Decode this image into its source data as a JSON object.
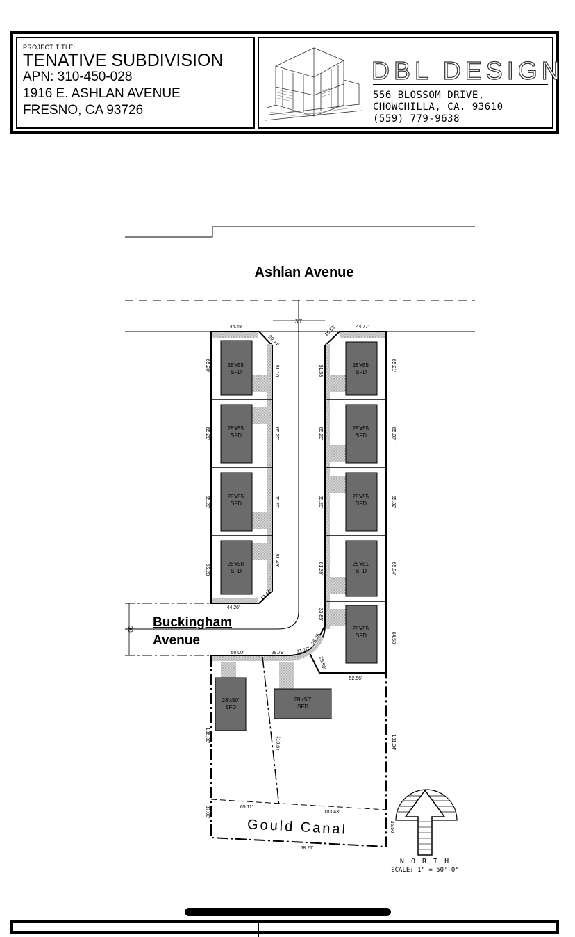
{
  "title_block": {
    "project_label": "PROJECT TITLE:",
    "project_title": "TENATIVE SUBDIVISION",
    "apn": "APN: 310-450-028",
    "address_line1": "1916 E. ASHLAN AVENUE",
    "address_line2": "FRESNO, CA 93726",
    "firm_name": "DBL DESIGN",
    "firm_address1": "556 BLOSSOM DRIVE,",
    "firm_address2": "CHOWCHILLA, CA. 93610",
    "firm_phone": "(559) 779-9638"
  },
  "streets": {
    "ashlan": "Ashlan Avenue",
    "buckingham_line1": "Buckingham",
    "buckingham_line2": "Avenue",
    "canal": "Gould Canal"
  },
  "dimensions": {
    "road_width": "30'",
    "buckingham_width": "30'",
    "top_left_width": "44.48'",
    "top_right_width": "44.77'",
    "top_left_corner": "20.44'",
    "top_right_corner": "15.53'",
    "left_lot1_outer": "65.20'",
    "left_lot1_inner": "51.10'",
    "left_lot2_outer": "65.20'",
    "left_lot2_inner": "65.20'",
    "left_lot3_outer": "65.20'",
    "left_lot3_inner": "65.20'",
    "left_lot4_outer": "65.20'",
    "left_lot4_inner": "51.49'",
    "left_bottom_width": "44.26'",
    "left_bottom_corner": "13.44'",
    "right_lot1_inner": "51.53'",
    "right_lot1_outer": "65.21'",
    "right_lot2_inner": "65.20'",
    "right_lot2_outer": "65.07'",
    "right_lot3_inner": "65.20'",
    "right_lot3_outer": "65.32'",
    "right_lot4_inner": "61.36'",
    "right_lot4_outer": "65.04'",
    "right_lot5_inner": "33.85'",
    "right_lot5_outer": "64.58'",
    "right_lot5_bottom": "52.56'",
    "curve_a": "26.36'",
    "curve_b": "21.18'",
    "curve_c": "29.59'",
    "south_frontage1": "50.00'",
    "south_frontage2": "28.79'",
    "south_left_depth": "136.38'",
    "south_mid_line": "110.01'",
    "south_right_depth": "131.34'",
    "canal_left": "37.00'",
    "canal_seg1": "65.11'",
    "canal_seg2": "103.43'",
    "canal_right": "35.50'",
    "canal_bottom": "168.21'"
  },
  "lots": {
    "left1": {
      "size": "28'x55'",
      "type": "SFD"
    },
    "left2": {
      "size": "28'x55'",
      "type": "SFD"
    },
    "left3": {
      "size": "28'x55'",
      "type": "SFD"
    },
    "left4": {
      "size": "28'x50'",
      "type": "SFD"
    },
    "right1": {
      "size": "28'x55'",
      "type": "SFD"
    },
    "right2": {
      "size": "28'x55'",
      "type": "SFD"
    },
    "right3": {
      "size": "28'x55'",
      "type": "SFD"
    },
    "right4": {
      "size": "28'x51'",
      "type": "SFD"
    },
    "right5": {
      "size": "28'x55'",
      "type": "SFD"
    },
    "south1": {
      "size": "28'x50'",
      "type": "SFD"
    },
    "south2": {
      "size": "28'x50'",
      "type": "SFD"
    }
  },
  "north": {
    "label": "N O R T H",
    "scale": "SCALE: 1\" = 50'-0\""
  },
  "colors": {
    "building": "#6b6b6b",
    "sidewalk": "#c9c9c9",
    "line": "#000000"
  }
}
